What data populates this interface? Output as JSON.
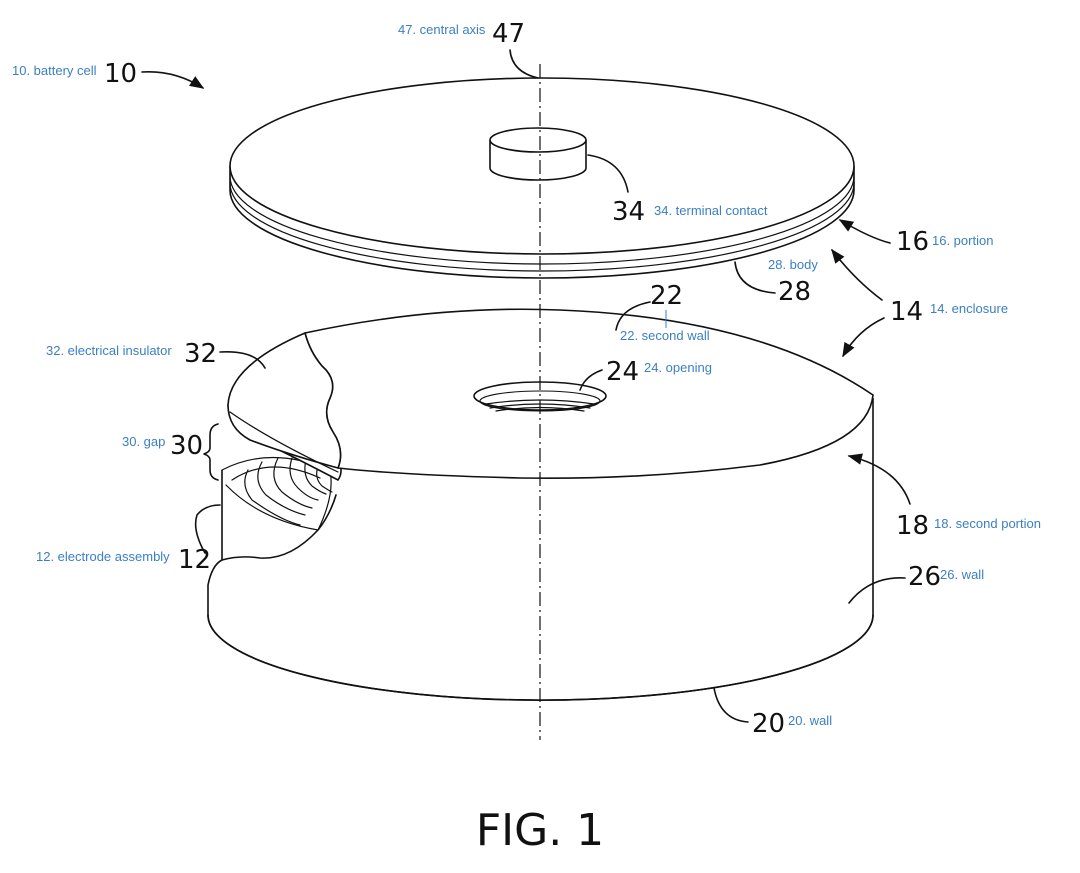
{
  "figure": {
    "caption": "FIG. 1",
    "colors": {
      "line": "#111111",
      "annotation": "#3a7fc4",
      "background": "#ffffff"
    },
    "callouts": [
      {
        "id": "battery-cell",
        "numeral": "10",
        "annotation": "10. battery cell"
      },
      {
        "id": "electrode-assembly",
        "numeral": "12",
        "annotation": "12. electrode assembly"
      },
      {
        "id": "enclosure",
        "numeral": "14",
        "annotation": "14. enclosure"
      },
      {
        "id": "portion",
        "numeral": "16",
        "annotation": "16. portion"
      },
      {
        "id": "second-portion",
        "numeral": "18",
        "annotation": "18. second portion"
      },
      {
        "id": "wall-20",
        "numeral": "20",
        "annotation": "20. wall"
      },
      {
        "id": "second-wall",
        "numeral": "22",
        "annotation": "22. second wall"
      },
      {
        "id": "opening",
        "numeral": "24",
        "annotation": "24. opening"
      },
      {
        "id": "wall-26",
        "numeral": "26",
        "annotation": "26. wall"
      },
      {
        "id": "body",
        "numeral": "28",
        "annotation": "28. body"
      },
      {
        "id": "gap",
        "numeral": "30",
        "annotation": "30. gap"
      },
      {
        "id": "electrical-insulator",
        "numeral": "32",
        "annotation": "32. electrical insulator"
      },
      {
        "id": "terminal-contact",
        "numeral": "34",
        "annotation": "34. terminal contact"
      },
      {
        "id": "central-axis",
        "numeral": "47",
        "annotation": "47. central axis"
      }
    ]
  }
}
